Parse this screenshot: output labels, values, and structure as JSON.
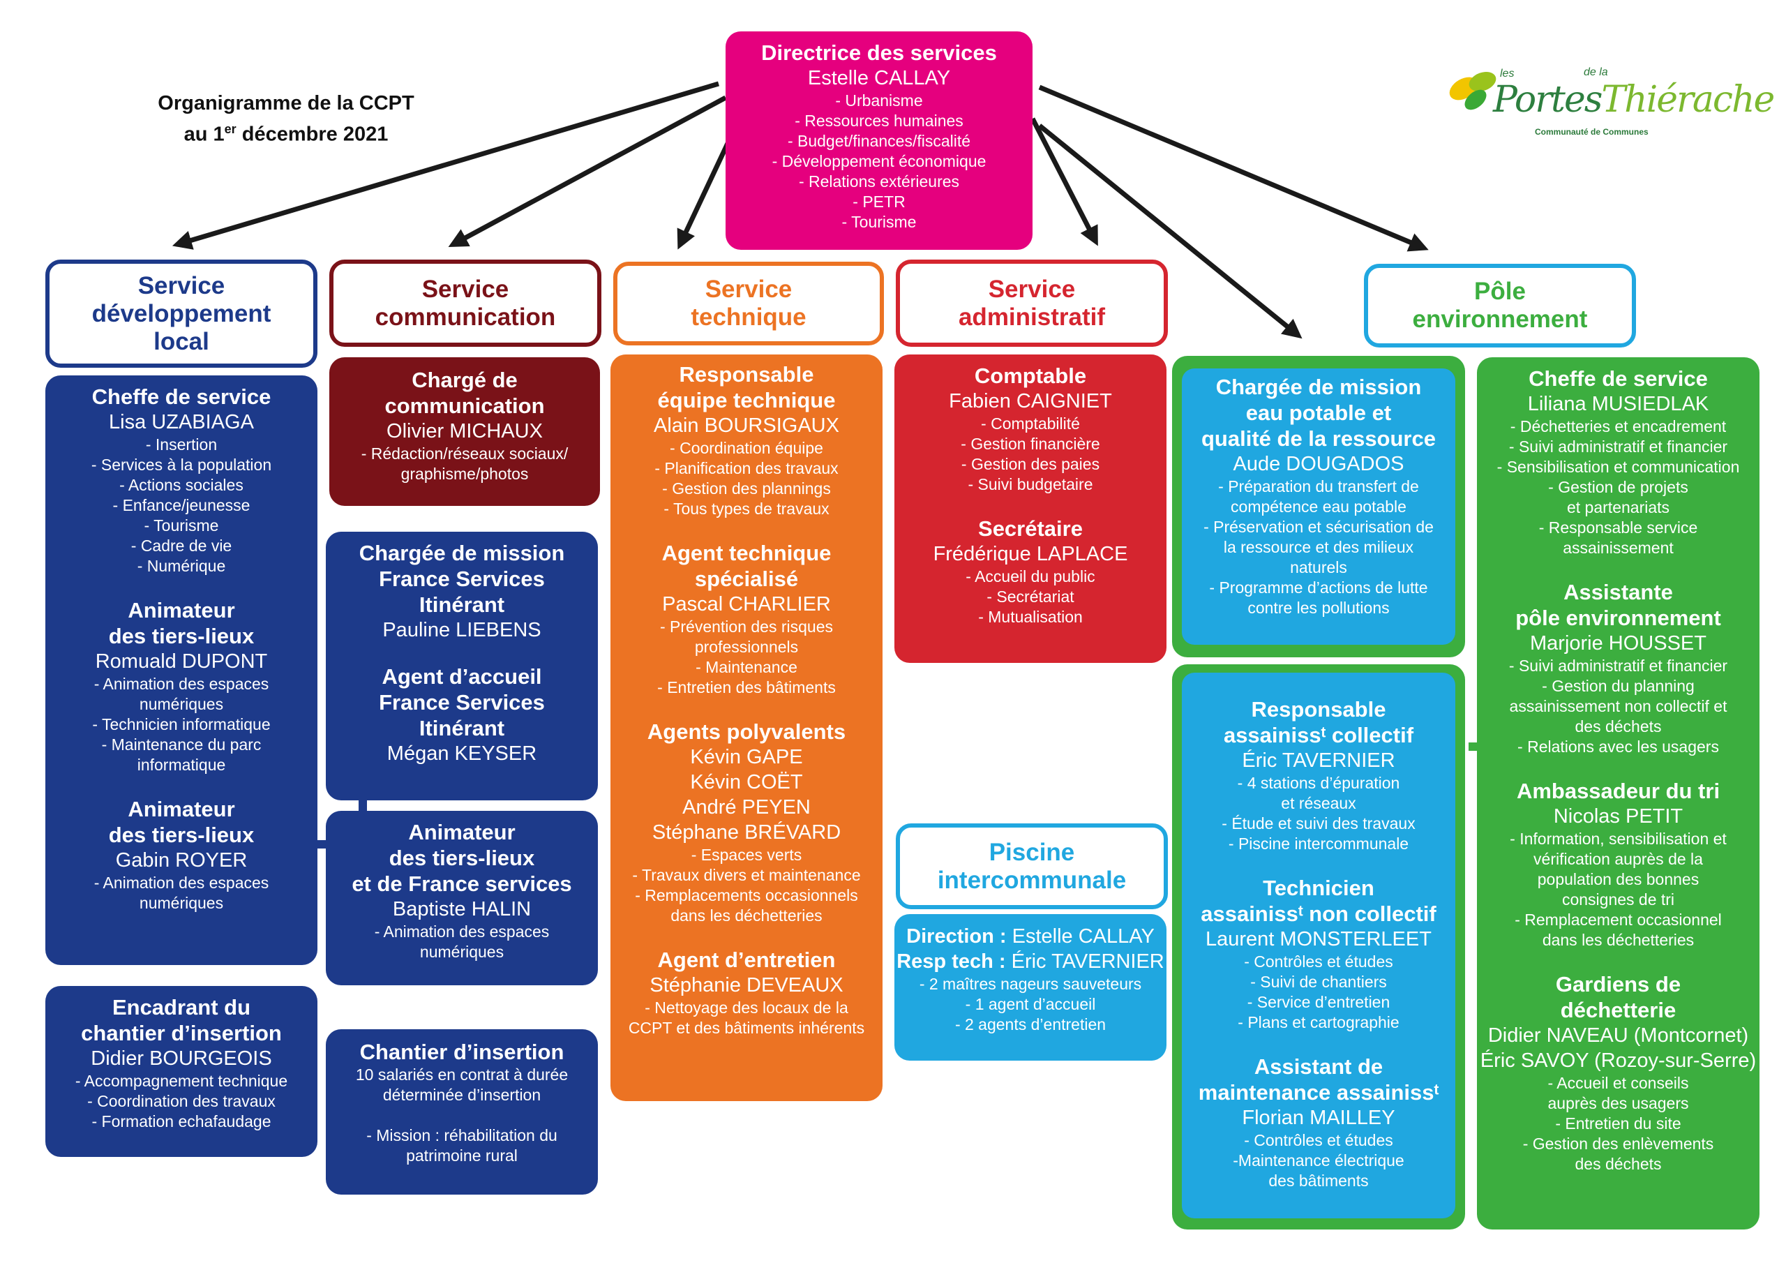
{
  "title": {
    "line1": "Organigramme de la CCPT",
    "line2_pre": "au 1",
    "line2_sup": "er",
    "line2_post": " décembre 2021"
  },
  "logo": {
    "les": "les",
    "dela": "de la",
    "word1": "Portes",
    "word2": "Thiérache",
    "sub": "Communauté de Communes"
  },
  "colors": {
    "navy": "#1d3a8a",
    "maroon": "#7a1218",
    "orange": "#ec7323",
    "red": "#d5252f",
    "cyan": "#20a7e0",
    "green": "#3cae3f",
    "pink": "#e5007e"
  },
  "director": {
    "role": "Directrice des services",
    "name": "Estelle CALLAY",
    "tasks": [
      "- Urbanisme",
      "- Ressources humaines",
      "- Budget/finances/fiscalité",
      "- Développement économique",
      "- Relations extérieures",
      "- PETR",
      "- Tourisme"
    ]
  },
  "headers": {
    "dev": [
      "Service",
      "développement",
      "local"
    ],
    "com": [
      "Service",
      "communication"
    ],
    "tech": [
      "Service",
      "technique"
    ],
    "admin": [
      "Service",
      "administratif"
    ],
    "env": [
      "Pôle",
      "environnement"
    ],
    "piscine": [
      "Piscine",
      "intercommunale"
    ]
  },
  "dev_main": [
    {
      "role": "Cheffe de service",
      "name": "Lisa UZABIAGA",
      "tasks": [
        "- Insertion",
        "- Services à la population",
        "- Actions sociales",
        "- Enfance/jeunesse",
        "- Tourisme",
        "- Cadre de vie",
        "- Numérique"
      ]
    },
    {
      "role": "Animateur\ndes tiers-lieux",
      "name": "Romuald DUPONT",
      "tasks": [
        "- Animation des espaces\nnumériques",
        "- Technicien informatique",
        "- Maintenance du parc\ninformatique"
      ]
    },
    {
      "role": "Animateur\ndes tiers-lieux",
      "name": "Gabin ROYER",
      "tasks": [
        "- Animation des espaces\nnumériques"
      ]
    }
  ],
  "dev_chantier": {
    "role": "Encadrant du\nchantier d’insertion",
    "name": "Didier BOURGEOIS",
    "tasks": [
      "- Accompagnement technique",
      "- Coordination des travaux",
      "- Formation echafaudage"
    ]
  },
  "com_charge": {
    "role": "Chargé de\ncommunication",
    "name": "Olivier MICHAUX",
    "tasks": [
      "- Rédaction/réseaux sociaux/\ngraphisme/photos"
    ]
  },
  "com_fs": [
    {
      "role": "Chargée de mission\nFrance Services\nItinérant",
      "name": "Pauline LIEBENS",
      "tasks": []
    },
    {
      "role": "Agent d’accueil\nFrance Services\nItinérant",
      "name": "Mégan KEYSER",
      "tasks": []
    }
  ],
  "com_anim": {
    "role": "Animateur\ndes tiers-lieux\net de France services",
    "name": "Baptiste HALIN",
    "tasks": [
      "- Animation des espaces\nnumériques"
    ]
  },
  "com_chantier": {
    "role": "Chantier d’insertion",
    "name": "",
    "tasks": [
      "10 salariés en contrat à durée\ndéterminée d’insertion",
      "",
      "- Mission : réhabilitation du\npatrimoine rural"
    ]
  },
  "tech": [
    {
      "role": "Responsable\néquipe technique",
      "names": [
        "Alain BOURSIGAUX"
      ],
      "tasks": [
        "- Coordination équipe",
        "- Planification des travaux",
        "- Gestion des plannings",
        "- Tous types de travaux"
      ]
    },
    {
      "role": "Agent technique\nspécialisé",
      "names": [
        "Pascal CHARLIER"
      ],
      "tasks": [
        "- Prévention des risques\nprofessionnels",
        "- Maintenance",
        "- Entretien des bâtiments"
      ]
    },
    {
      "role": "Agents polyvalents",
      "names": [
        "Kévin GAPE",
        "Kévin COËT",
        "André PEYEN",
        "Stéphane BRÉVARD"
      ],
      "tasks": [
        "- Espaces verts",
        "- Travaux divers et maintenance",
        "- Remplacements occasionnels\ndans les déchetteries"
      ]
    },
    {
      "role": "Agent d’entretien",
      "names": [
        "Stéphanie DEVEAUX"
      ],
      "tasks": [
        "- Nettoyage des locaux de la\nCCPT et des bâtiments inhérents"
      ]
    }
  ],
  "admin": [
    {
      "role": "Comptable",
      "name": "Fabien CAIGNIET",
      "tasks": [
        "- Comptabilité",
        "- Gestion financière",
        "- Gestion des paies",
        "- Suivi budgetaire"
      ]
    },
    {
      "role": "Secrétaire",
      "name": "Frédérique LAPLACE",
      "tasks": [
        "- Accueil du public",
        "- Secrétariat",
        "- Mutualisation"
      ]
    }
  ],
  "piscine": {
    "direction_label": "Direction :",
    "direction_name": "Estelle CALLAY",
    "resp_label": "Resp tech :",
    "resp_name": "Éric TAVERNIER",
    "tasks": [
      "- 2 maîtres nageurs sauveteurs",
      "- 1 agent d’accueil",
      "- 2 agents d’entretien"
    ]
  },
  "eau": {
    "role": "Chargée de mission\neau potable et\nqualité de la ressource",
    "name": "Aude DOUGADOS",
    "tasks": [
      "- Préparation du transfert de\ncompétence eau potable",
      "- Préservation et sécurisation de\nla ressource et des milieux\nnaturels",
      "- Programme d’actions de lutte\ncontre les pollutions"
    ]
  },
  "assain": [
    {
      "role": "Responsable\nassainissᵗ collectif",
      "name": "Éric TAVERNIER",
      "tasks": [
        "- 4 stations d’épuration\net réseaux",
        "- Étude et suivi des travaux",
        "- Piscine intercommunale"
      ]
    },
    {
      "role": "Technicien\nassainissᵗ non collectif",
      "name": "Laurent MONSTERLEET",
      "tasks": [
        "- Contrôles et études",
        "- Suivi de chantiers",
        "- Service d’entretien",
        "- Plans et cartographie"
      ]
    },
    {
      "role": "Assistant de\nmaintenance assainissᵗ",
      "name": "Florian MAILLEY",
      "tasks": [
        "- Contrôles et études",
        "-Maintenance électrique\ndes bâtiments"
      ]
    }
  ],
  "env": [
    {
      "role": "Cheffe de service",
      "names": [
        "Liliana MUSIEDLAK"
      ],
      "tasks": [
        "- Déchetteries et encadrement",
        "- Suivi administratif et financier",
        "- Sensibilisation et communication",
        "- Gestion de projets\net partenariats",
        "- Responsable service\nassainissement"
      ]
    },
    {
      "role": "Assistante\npôle environnement",
      "names": [
        "Marjorie HOUSSET"
      ],
      "tasks": [
        "- Suivi administratif et financier",
        "- Gestion du planning\nassainissement non collectif et\ndes déchets",
        "- Relations avec les usagers"
      ]
    },
    {
      "role": "Ambassadeur du tri",
      "names": [
        "Nicolas PETIT"
      ],
      "tasks": [
        "- Information, sensibilisation et\nvérification auprès de la\npopulation des bonnes\nconsignes de tri",
        "- Remplacement occasionnel\ndans les déchetteries"
      ]
    },
    {
      "role": "Gardiens de\ndéchetterie",
      "names": [
        "Didier NAVEAU (Montcornet)",
        "Éric SAVOY (Rozoy-sur-Serre)"
      ],
      "tasks": [
        "- Accueil et conseils\nauprès des usagers",
        "- Entretien du site",
        "- Gestion des enlèvements\ndes déchets"
      ]
    }
  ]
}
